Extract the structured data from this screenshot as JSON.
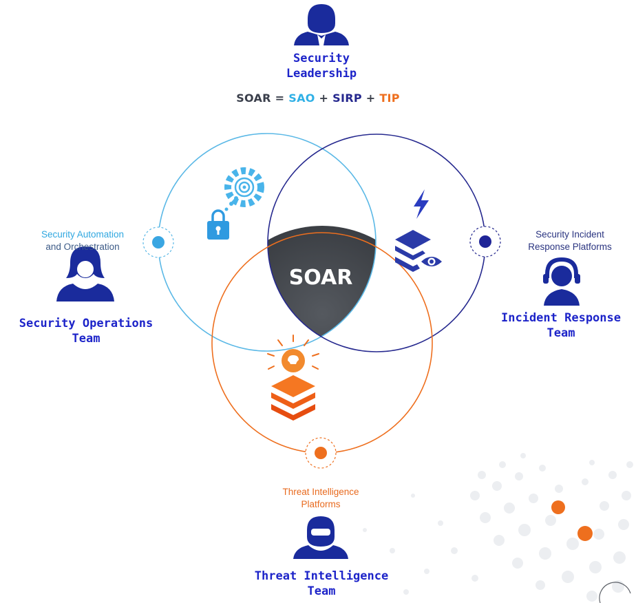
{
  "formula": {
    "lhs": "SOAR",
    "eq": " = ",
    "sao": "SAO",
    "plus1": " + ",
    "sirp": "SIRP",
    "plus2": " + ",
    "tip": "TIP"
  },
  "center_label": "SOAR",
  "teams": {
    "leadership": {
      "line1": "Security",
      "line2": "Leadership"
    },
    "operations": {
      "line1": "Security Operations",
      "line2": "Team"
    },
    "incident": {
      "line1": "Incident Response",
      "line2": "Team"
    },
    "threat": {
      "line1": "Threat Intelligence",
      "line2": "Team"
    }
  },
  "captions": {
    "sao": {
      "line1": "Security Automation",
      "line2": "and Orchestration"
    },
    "sirp": {
      "line1": "Security Incident",
      "line2": "Response Platforms"
    },
    "tip": {
      "line1": "Threat Intelligence",
      "line2": "Platforms"
    }
  },
  "colors": {
    "sao": "#5ab8e6",
    "sirp": "#25288e",
    "tip": "#ee6f1e",
    "team_text": "#1d24c9",
    "center": "#3a3d42",
    "icon_blue": "#1a2b9c"
  },
  "icons": [
    "user-icon",
    "gear-target-icon",
    "lock-icon",
    "lightning-icon",
    "layers-eye-icon",
    "lightbulb-brain-icon",
    "layers-icon"
  ]
}
